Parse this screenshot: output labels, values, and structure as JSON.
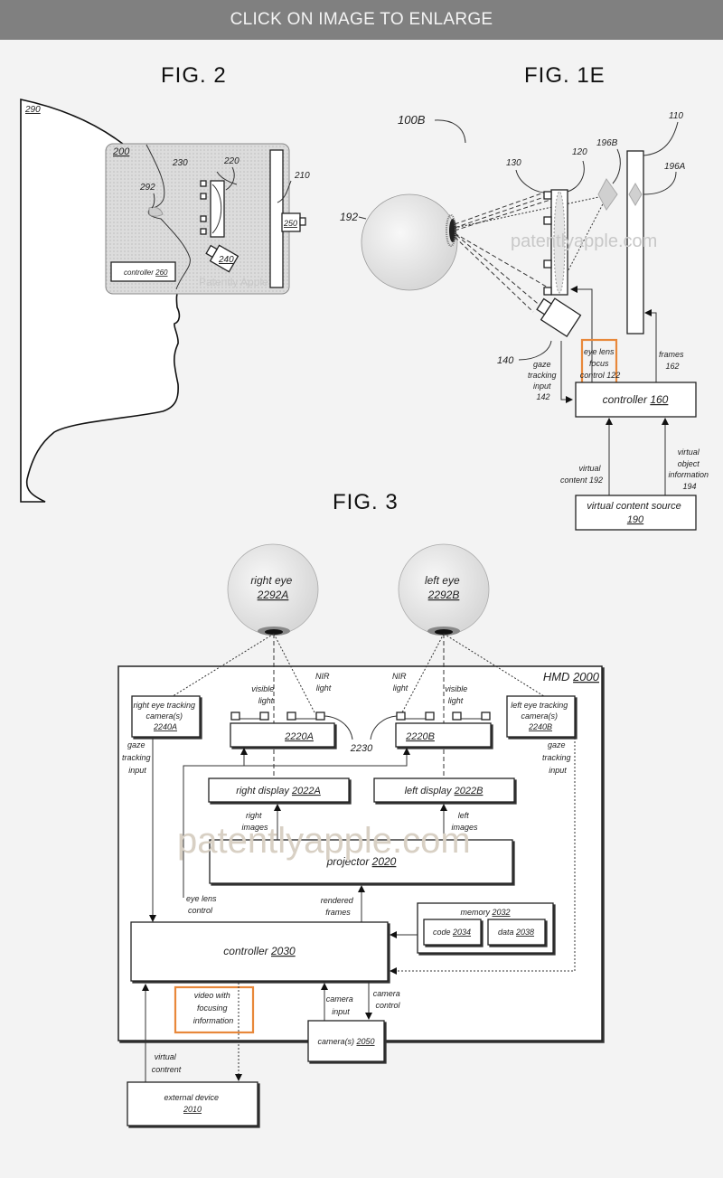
{
  "banner": {
    "label": "CLICK ON IMAGE TO ENLARGE"
  },
  "fig2": {
    "title": "FIG. 2",
    "labels": {
      "head": "290",
      "device": "200",
      "lens_emitters": "230",
      "lens": "220",
      "display": "210",
      "eye": "292",
      "camera": "240",
      "connector": "250",
      "controller_text": "controller",
      "controller_ref": "260"
    },
    "watermark": "Patently Apple"
  },
  "fig1e": {
    "title": "FIG. 1E",
    "labels": {
      "system": "100B",
      "display": "110",
      "lens": "120",
      "emitters": "130",
      "virtual_obj_b": "196B",
      "virtual_obj_a": "196A",
      "eye": "192",
      "camera": "140",
      "gaze_input": [
        "gaze",
        "tracking",
        "input",
        "142"
      ],
      "eye_lens_focus": [
        "eye lens",
        "focus",
        "control 122"
      ],
      "frames": [
        "frames",
        "162"
      ],
      "controller_text": "controller",
      "controller_ref": "160",
      "virtual_content": [
        "virtual",
        "content 192"
      ],
      "virtual_object_info": [
        "virtual",
        "object",
        "information",
        "194"
      ],
      "source_text": "virtual content source",
      "source_ref": "190"
    },
    "watermark": "patentlyapple.com"
  },
  "fig3": {
    "title": "FIG. 3",
    "right_eye": {
      "text": "right eye",
      "ref": "2292A"
    },
    "left_eye": {
      "text": "left eye",
      "ref": "2292B"
    },
    "hmd": {
      "text": "HMD",
      "ref": "2000"
    },
    "right_cam": {
      "lines": [
        "right eye tracking",
        "camera(s)"
      ],
      "ref": "2240A"
    },
    "left_cam": {
      "lines": [
        "left eye tracking",
        "camera(s)"
      ],
      "ref": "2240B"
    },
    "visible_light": [
      "visible",
      "light"
    ],
    "nir_light": [
      "NIR",
      "light"
    ],
    "lens_a": "2220A",
    "lens_b": "2220B",
    "emitters_ref": "2230",
    "gaze_input": [
      "gaze",
      "tracking",
      "input"
    ],
    "right_display": {
      "text": "right display",
      "ref": "2022A"
    },
    "left_display": {
      "text": "left display",
      "ref": "2022B"
    },
    "right_images": [
      "right",
      "images"
    ],
    "left_images": [
      "left",
      "images"
    ],
    "projector": {
      "text": "projector",
      "ref": "2020"
    },
    "eye_lens_control": [
      "eye lens",
      "control"
    ],
    "rendered_frames": [
      "rendered",
      "frames"
    ],
    "memory": {
      "text": "memory",
      "ref": "2032"
    },
    "code": {
      "text": "code",
      "ref": "2034"
    },
    "data": {
      "text": "data",
      "ref": "2038"
    },
    "controller": {
      "text": "controller",
      "ref": "2030"
    },
    "video_focus": [
      "video with",
      "focusing",
      "information"
    ],
    "camera_input": [
      "camera",
      "input"
    ],
    "camera_control": [
      "camera",
      "control"
    ],
    "cameras": {
      "text": "camera(s)",
      "ref": "2050"
    },
    "virtual_content": [
      "virtual",
      "contrent"
    ],
    "external": {
      "text": "external device",
      "ref": "2010"
    },
    "watermark": "patentlyapple.com"
  },
  "colors": {
    "highlight": "#e8883a",
    "banner": "#808080"
  }
}
